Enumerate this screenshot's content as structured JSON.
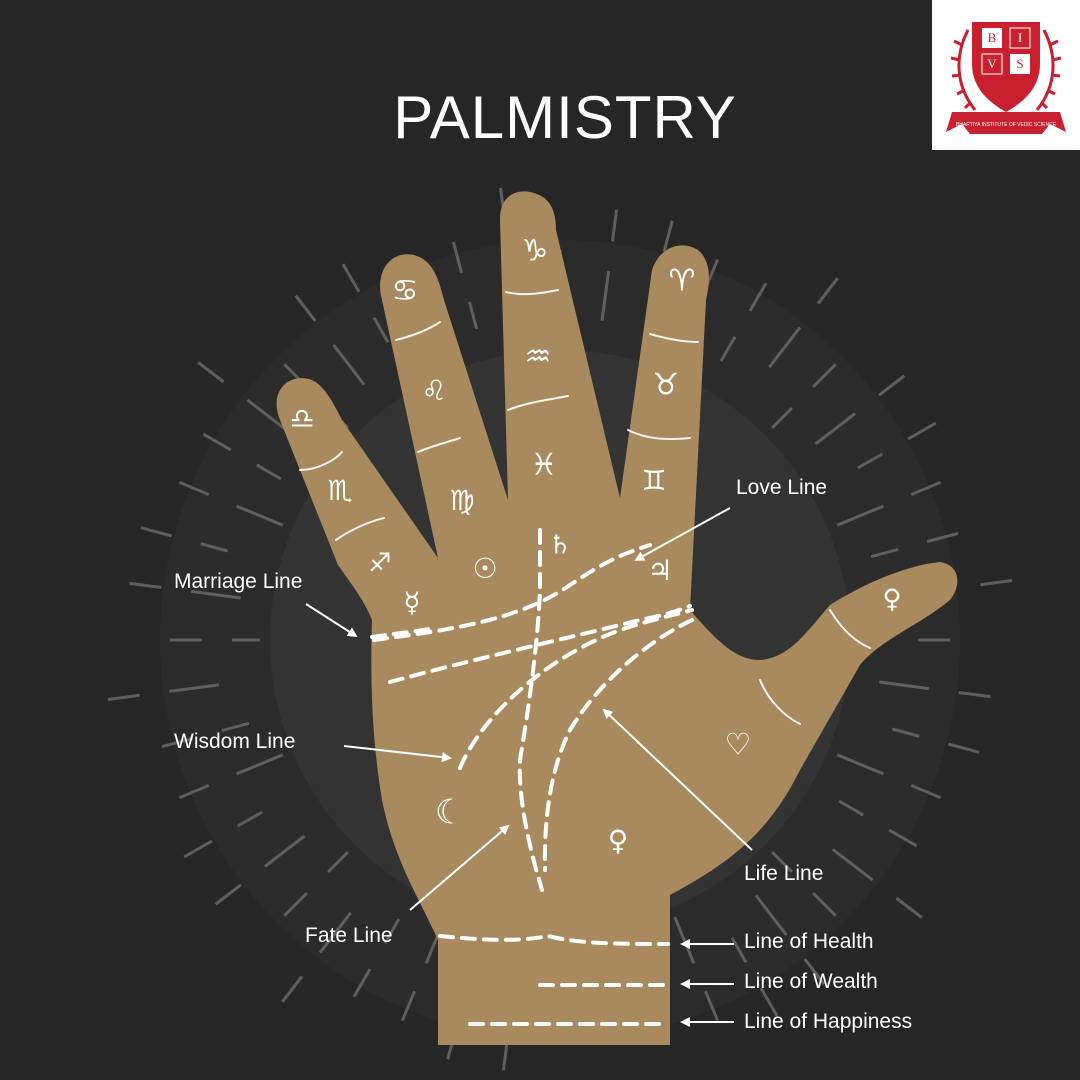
{
  "title": "PALMISTRY",
  "logo": {
    "letters": [
      "B",
      "I",
      "V",
      "S"
    ],
    "ribbon_text": "BHARTIYA INSTITUTE OF VEDIC SCIENCE",
    "colors": {
      "shield": "#c8202f",
      "ribbon": "#c8202f",
      "laurel": "#c8202f",
      "panel": "#ffffff"
    }
  },
  "colors": {
    "background": "#262626",
    "halo_outer": "#2d2d2d",
    "halo_inner": "#343434",
    "hand": "#a88a5e",
    "lines": "#ffffff"
  },
  "labels": {
    "love_line": "Love Line",
    "marriage_line": "Marriage Line",
    "wisdom_line": "Wisdom Line",
    "life_line": "Life Line",
    "fate_line": "Fate Line",
    "line_of_health": "Line of Health",
    "line_of_wealth": "Line of Wealth",
    "line_of_happiness": "Line of Happiness"
  },
  "symbols": {
    "libra": "♎",
    "scorpio": "♏",
    "sagittarius": "♐",
    "cancer": "♋",
    "leo": "♌",
    "virgo": "♍",
    "capricorn": "♑",
    "aquarius": "♒",
    "pisces": "♓",
    "aries": "♈",
    "taurus": "♉",
    "gemini": "♊",
    "mercury": "☿",
    "sun": "☉",
    "saturn": "♄",
    "jupiter": "♃",
    "venus": "♀",
    "venus_mount": "♀",
    "moon": "☾",
    "hearts": "♡"
  }
}
